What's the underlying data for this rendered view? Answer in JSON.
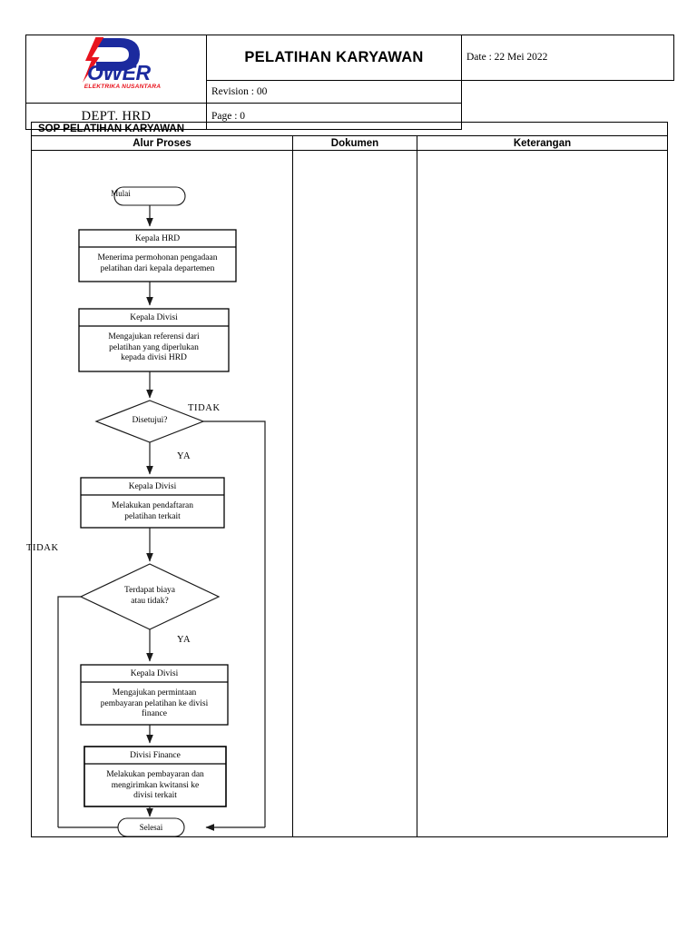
{
  "header": {
    "logo": {
      "wordmark": "OWER",
      "tagline": "ELEKTRIKA NUSANTARA",
      "bolt_color": "#E8141E",
      "letter_color": "#1B2A9E"
    },
    "document_title": "PELATIHAN KARYAWAN",
    "department": "DEPT. HRD",
    "meta": {
      "date": "Date :  22 Mei 2022",
      "revision": "Revision : 00",
      "page": "Page : 0"
    }
  },
  "sop": {
    "title": "SOP PELATIHAN KARYAWAN",
    "columns": [
      {
        "label": "Alur Proses"
      },
      {
        "label": "Dokumen"
      },
      {
        "label": "Keterangan"
      }
    ]
  },
  "flow": {
    "start": {
      "label": "Mulai"
    },
    "end": {
      "label": "Selesai"
    },
    "steps": [
      {
        "role": "Kepala HRD",
        "text": "Menerima permohonan pengadaan\npelatihan dari kepala departemen"
      },
      {
        "role": "Kepala Divisi",
        "text": "Mengajukan referensi dari\npelatihan yang diperlukan\nkepada divisi HRD"
      },
      {
        "role": "Kepala Divisi",
        "text": "Melakukan pendaftaran\npelatihan terkait"
      },
      {
        "role": "Kepala Divisi",
        "text": "Mengajukan permintaan\npembayaran pelatihan ke divisi\nfinance"
      },
      {
        "role": "Divisi Finance",
        "text": "Melakukan pembayaran dan\nmengirimkan kwitansi ke\ndivisi terkait"
      }
    ],
    "decisions": [
      {
        "text": "Disetujui?",
        "yes_label": "YA",
        "no_label": "TIDAK"
      },
      {
        "text": "Terdapat biaya\natau tidak?",
        "yes_label": "YA",
        "no_label": "TIDAK"
      }
    ],
    "outer_no_label": "TIDAK"
  }
}
